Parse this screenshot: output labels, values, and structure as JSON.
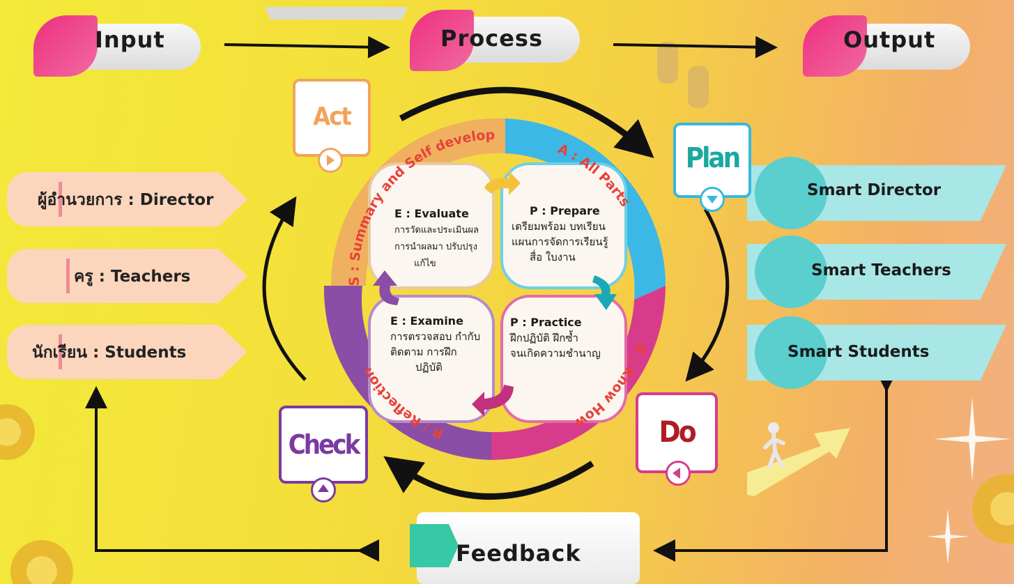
{
  "header": {
    "input": "Input",
    "process": "Process",
    "output": "Output"
  },
  "inputs": [
    {
      "label": "ผู้อำนวยการ : Director"
    },
    {
      "label": "ครู : Teachers"
    },
    {
      "label": "นักเรียน : Students"
    }
  ],
  "outputs": [
    {
      "label": "Smart Director"
    },
    {
      "label": "Smart Teachers"
    },
    {
      "label": "Smart  Students"
    }
  ],
  "pdca": {
    "act": "Act",
    "plan": "Plan",
    "do": "Do",
    "check": "Check"
  },
  "ring": {
    "s": "S : Summary and  Self develop",
    "a": "A : All Parts",
    "k": "K : Know How",
    "r": "R : Reflection"
  },
  "quadrants": {
    "evaluate": {
      "title": "E :  Evaluate",
      "lines": [
        "การวัดและประเมินผล",
        "การนำผลมา ปรับปรุง",
        "แก้ไข"
      ]
    },
    "prepare": {
      "title": "P : Prepare",
      "lines": [
        "เตรียมพร้อม บทเรียน",
        "แผนการจัดการเรียนรู้",
        "สื่อ   ใบงาน"
      ]
    },
    "examine": {
      "title": "E : Examine",
      "lines": [
        "การตรวจสอบ กำกับ",
        "ติดตาม การฝึก",
        "ปฏิบัติ"
      ]
    },
    "practice": {
      "title": "P : Practice",
      "lines": [
        "ฝึกปฏิบัติ ฝึกซ้ำ",
        "จนเกิดความชำนาญ"
      ]
    }
  },
  "feedback": "Feedback",
  "colors": {
    "pink": "#ee2f7f",
    "ring_orange": "#efb060",
    "ring_blue": "#3cb8e6",
    "ring_magenta": "#d73c8c",
    "ring_purple": "#8a4ea6",
    "act": "#f2a35a",
    "plan": "#1aa8a0",
    "do": "#b01d25",
    "check": "#7b3aa0",
    "teal": "#5bcece"
  }
}
